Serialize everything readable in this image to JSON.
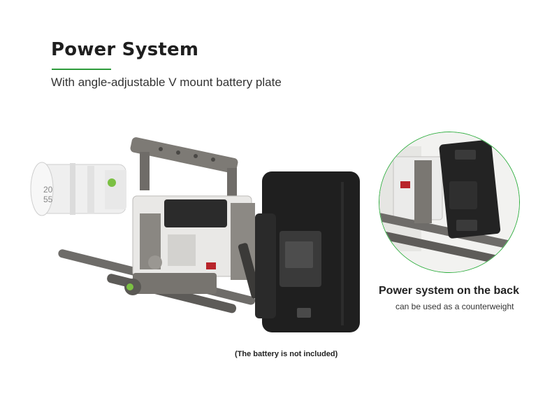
{
  "heading": {
    "title": "Power System",
    "subtitle": "With angle-adjustable V mount battery plate"
  },
  "inset": {
    "caption": "Power system on the back",
    "sub_caption": "can be used as a counterweight"
  },
  "footnote": "(The battery is not included)",
  "colors": {
    "accent": "#2e9b3b",
    "inset_border": "#2fae3f"
  }
}
